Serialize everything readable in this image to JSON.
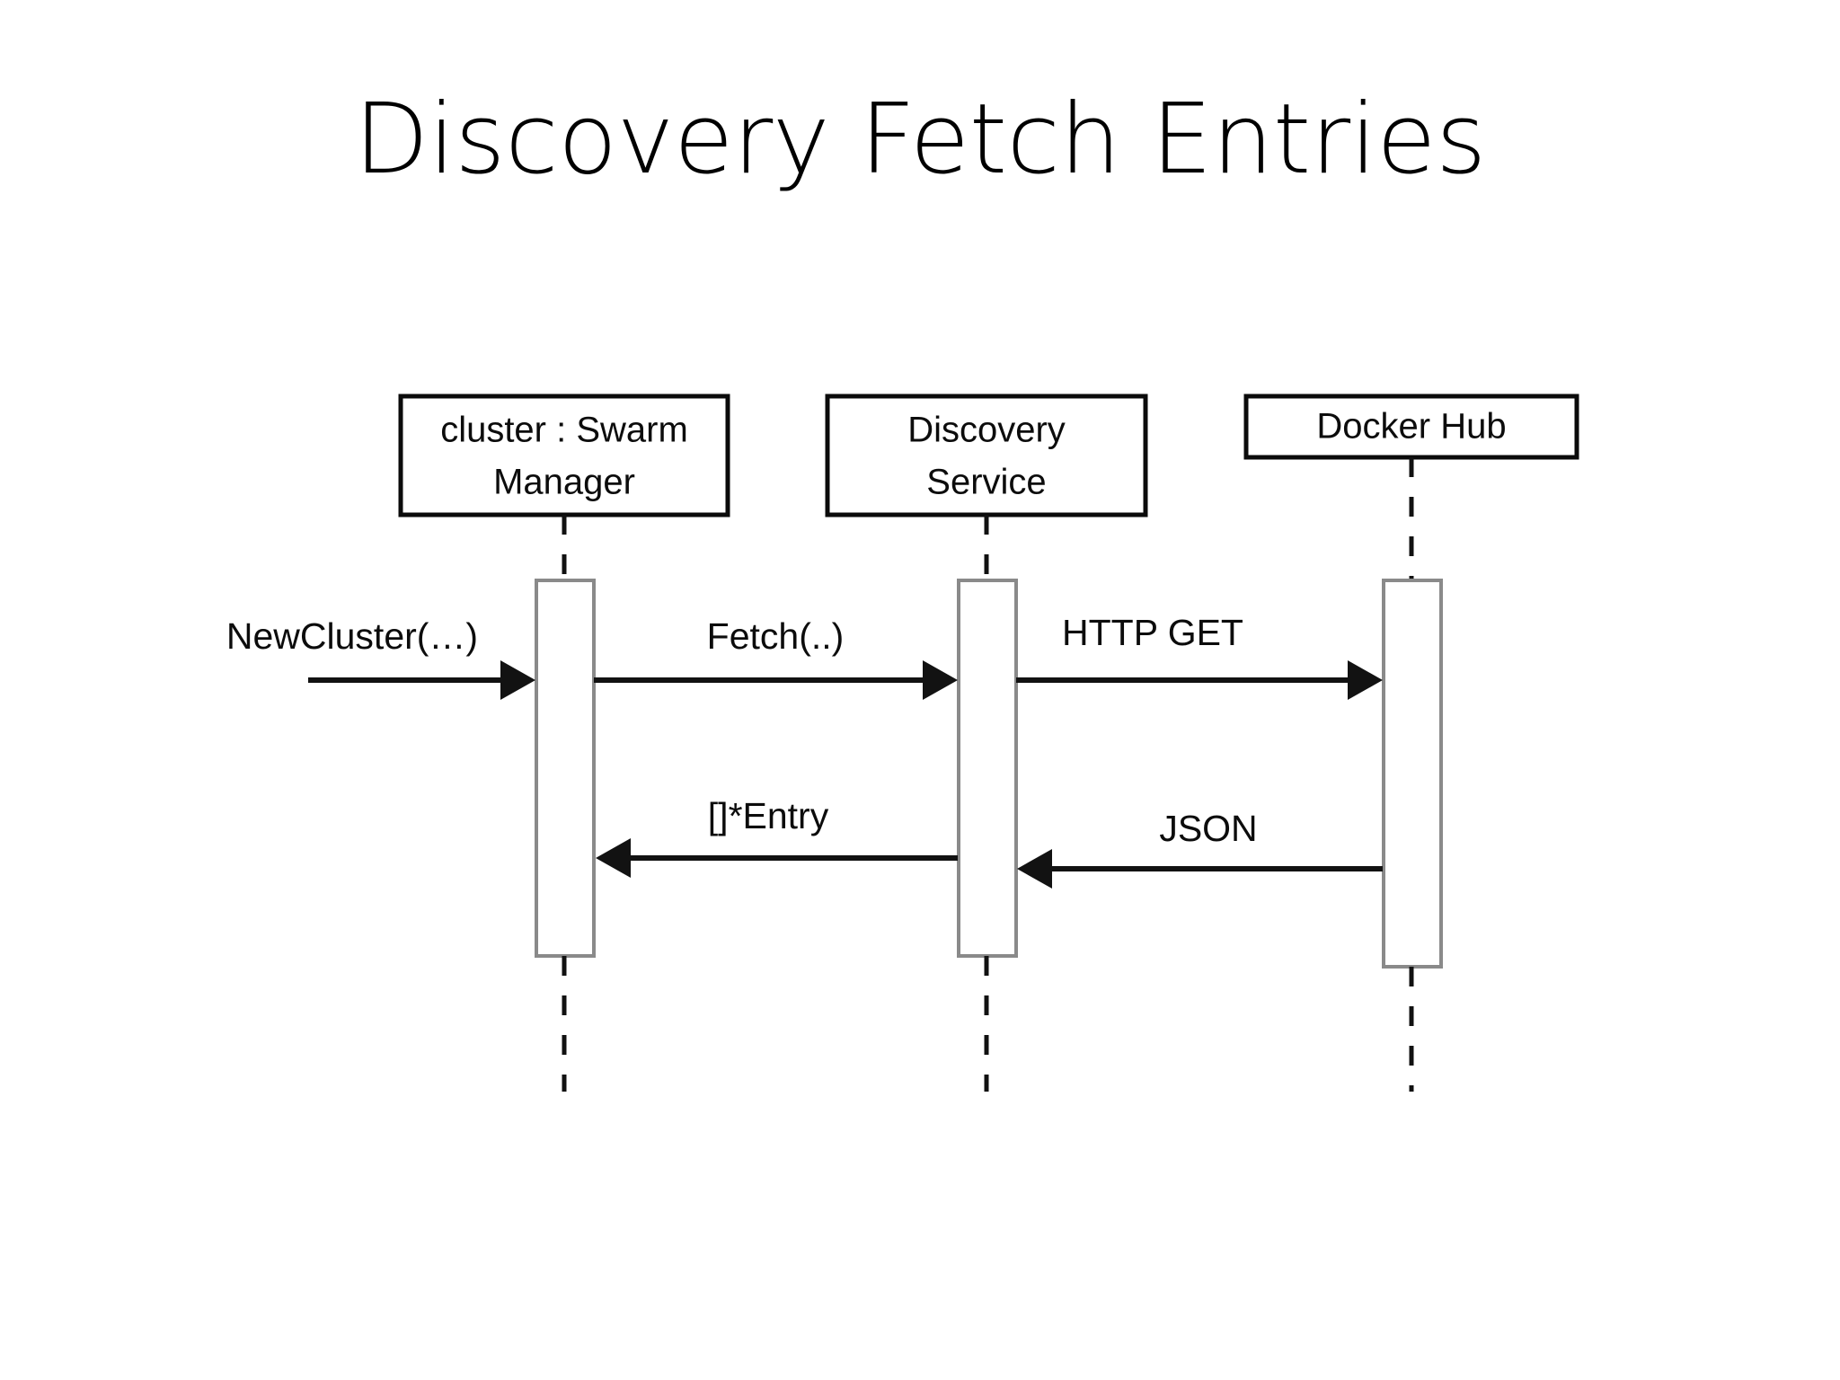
{
  "slide": {
    "title": "Discovery Fetch Entries",
    "background_color": "#ffffff",
    "text_color": "#000000"
  },
  "diagram": {
    "type": "uml-sequence-diagram",
    "line_color": "#121212",
    "activation_border_color": "#8a8a8a",
    "box_border_color": "#0b0b0b",
    "participants": [
      {
        "id": "swarm-manager",
        "label_line1": "cluster : Swarm",
        "label_line2": "Manager",
        "lines": 2
      },
      {
        "id": "discovery-service",
        "label_line1": "Discovery",
        "label_line2": "Service",
        "lines": 2
      },
      {
        "id": "docker-hub",
        "label_line1": "Docker Hub",
        "label_line2": "",
        "lines": 1
      }
    ],
    "messages": [
      {
        "id": "new-cluster",
        "label": "NewCluster(…)",
        "from": "actor-external",
        "to": "swarm-manager",
        "direction": "right",
        "kind": "call"
      },
      {
        "id": "fetch",
        "label": "Fetch(..)",
        "from": "swarm-manager",
        "to": "discovery-service",
        "direction": "right",
        "kind": "call"
      },
      {
        "id": "http-get",
        "label": "HTTP GET",
        "from": "discovery-service",
        "to": "docker-hub",
        "direction": "right",
        "kind": "call"
      },
      {
        "id": "entry-return",
        "label": "[]*Entry",
        "from": "discovery-service",
        "to": "swarm-manager",
        "direction": "left",
        "kind": "return"
      },
      {
        "id": "json-return",
        "label": "JSON",
        "from": "docker-hub",
        "to": "discovery-service",
        "direction": "left",
        "kind": "return"
      }
    ]
  }
}
